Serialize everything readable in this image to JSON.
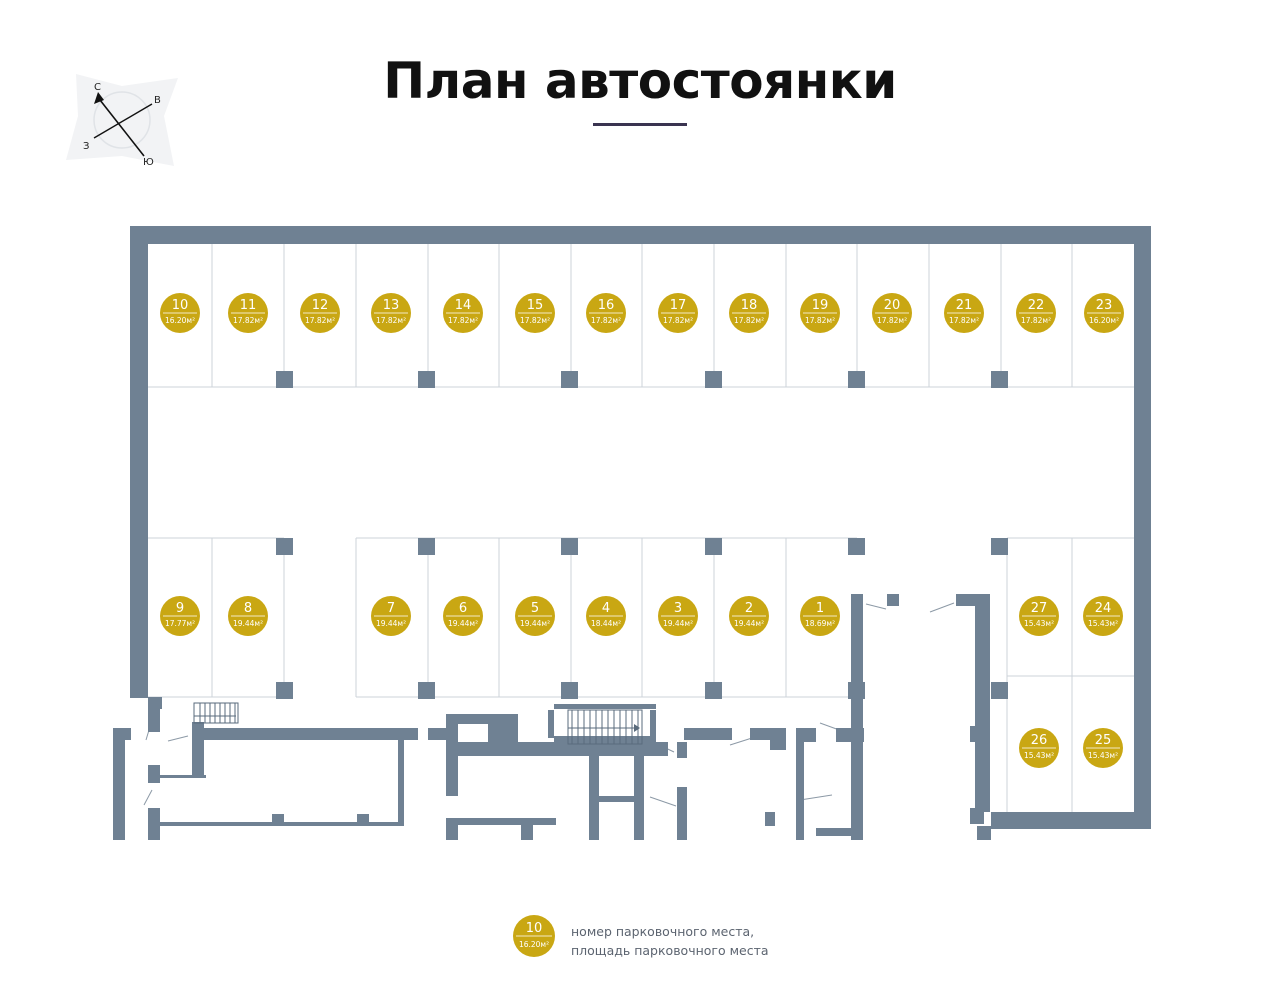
{
  "title": "План автостоянки",
  "compass": {
    "n": "С",
    "e": "В",
    "w": "З",
    "s": "Ю"
  },
  "colors": {
    "wall": "#6f8193",
    "badge": "#c9a713",
    "line": "#ccd3da",
    "text": "#5c6470"
  },
  "spots": [
    {
      "num": "10",
      "area": "16.20м²"
    },
    {
      "num": "11",
      "area": "17.82м²"
    },
    {
      "num": "12",
      "area": "17.82м²"
    },
    {
      "num": "13",
      "area": "17.82м²"
    },
    {
      "num": "14",
      "area": "17.82м²"
    },
    {
      "num": "15",
      "area": "17.82м²"
    },
    {
      "num": "16",
      "area": "17.82м²"
    },
    {
      "num": "17",
      "area": "17.82м²"
    },
    {
      "num": "18",
      "area": "17.82м²"
    },
    {
      "num": "19",
      "area": "17.82м²"
    },
    {
      "num": "20",
      "area": "17.82м²"
    },
    {
      "num": "21",
      "area": "17.82м²"
    },
    {
      "num": "22",
      "area": "17.82м²"
    },
    {
      "num": "23",
      "area": "16.20м²"
    },
    {
      "num": "9",
      "area": "17.77м²"
    },
    {
      "num": "8",
      "area": "19.44м²"
    },
    {
      "num": "7",
      "area": "19.44м²"
    },
    {
      "num": "6",
      "area": "19.44м²"
    },
    {
      "num": "5",
      "area": "19.44м²"
    },
    {
      "num": "4",
      "area": "18.44м²"
    },
    {
      "num": "3",
      "area": "19.44м²"
    },
    {
      "num": "2",
      "area": "19.44м²"
    },
    {
      "num": "1",
      "area": "18.69м²"
    },
    {
      "num": "27",
      "area": "15.43м²"
    },
    {
      "num": "24",
      "area": "15.43м²"
    },
    {
      "num": "26",
      "area": "15.43м²"
    },
    {
      "num": "25",
      "area": "15.43м²"
    }
  ],
  "legend": {
    "num": "10",
    "area": "16.20м²",
    "line1": "номер парковочного места,",
    "line2": "площадь парковочного места"
  }
}
